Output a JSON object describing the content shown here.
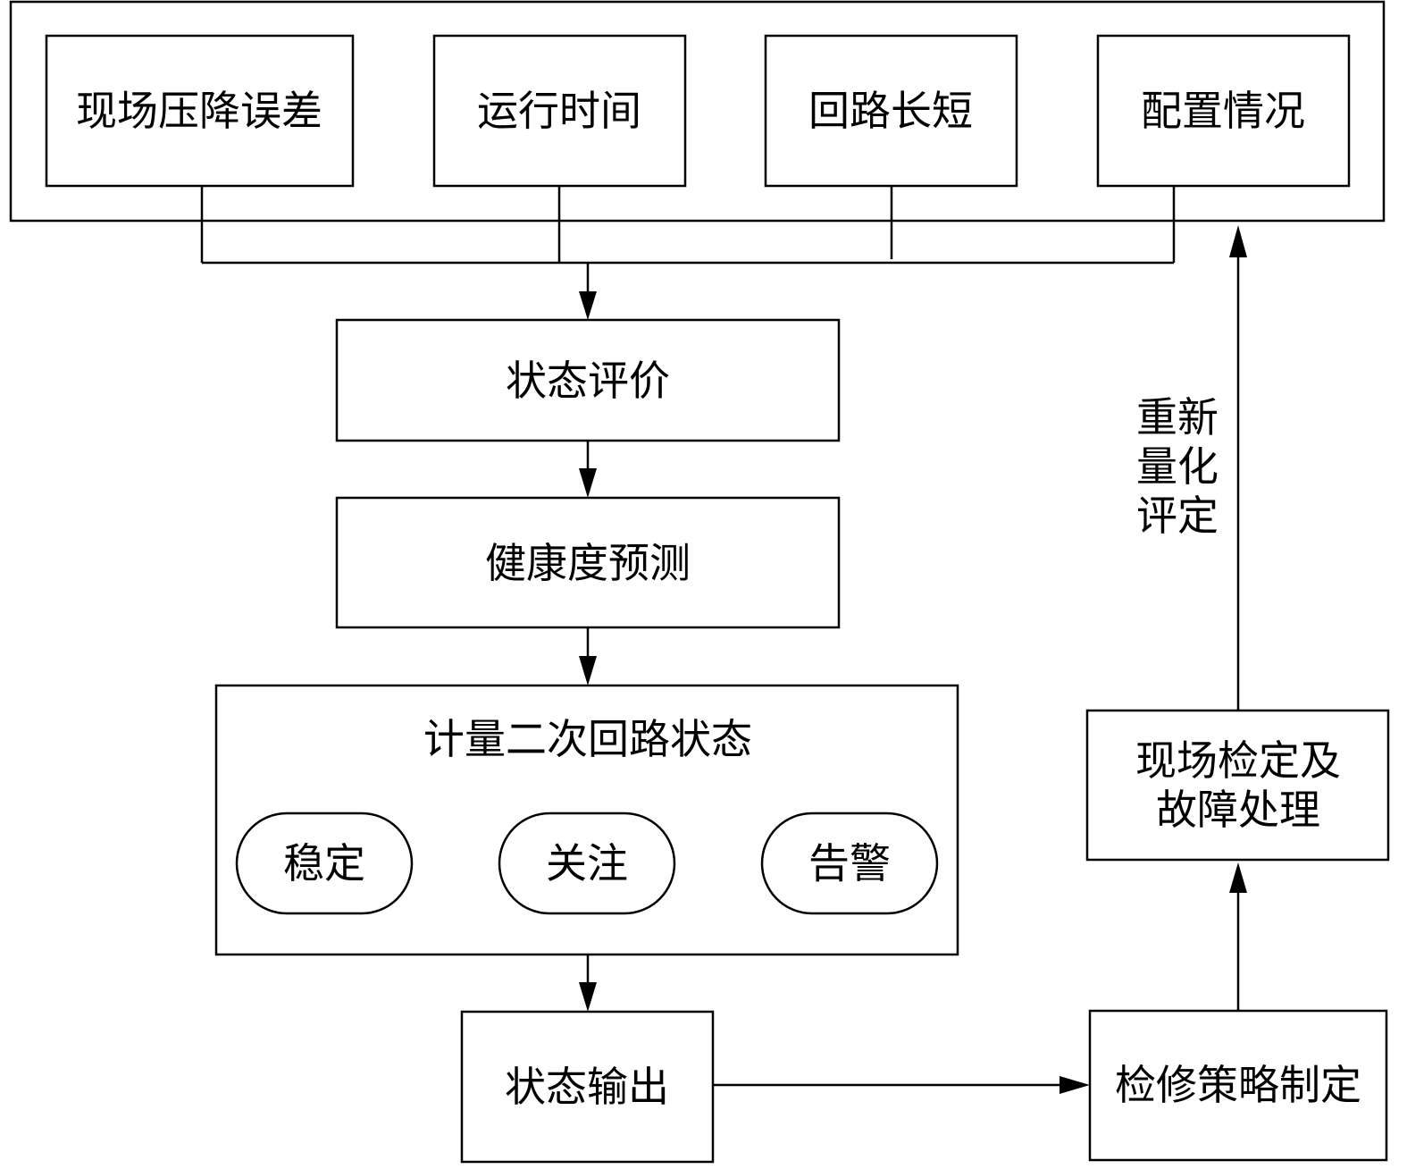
{
  "factors": {
    "pressure_drop": "现场压降误差",
    "runtime": "运行时间",
    "loop_length": "回路长短",
    "configuration": "配置情况"
  },
  "status_evaluation": "状态评价",
  "health_prediction": "健康度预测",
  "loop_status": {
    "title": "计量二次回路状态",
    "states": {
      "stable": "稳定",
      "attention": "关注",
      "alarm": "告警"
    }
  },
  "status_output": "状态输出",
  "maintenance_strategy": "检修策略制定",
  "field_inspection": {
    "line1": "现场检定及",
    "line2": "故障处理"
  },
  "requantify": {
    "line1": "重新",
    "line2": "量化",
    "line3": "评定"
  }
}
